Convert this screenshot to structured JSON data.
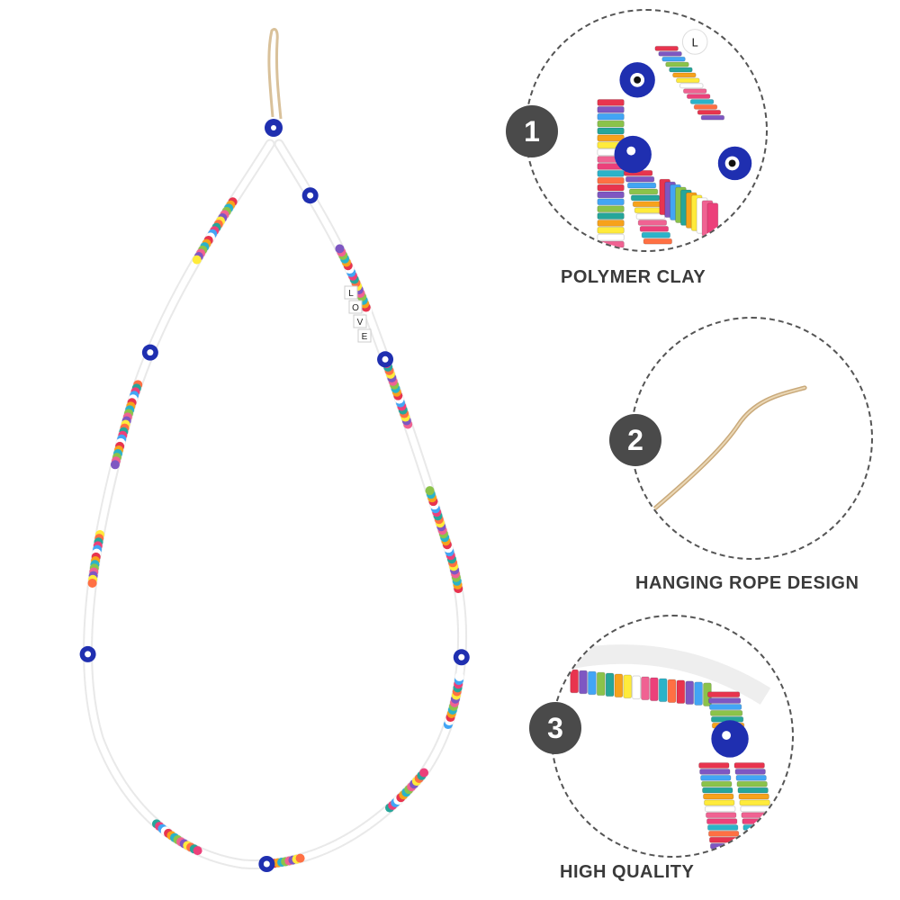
{
  "product": {
    "name": "beaded-phone-strap",
    "letter_beads": [
      "L",
      "O",
      "V",
      "E"
    ]
  },
  "features": [
    {
      "number": "1",
      "label": "POLYMER CLAY"
    },
    {
      "number": "2",
      "label": "HANGING ROPE DESIGN"
    },
    {
      "number": "3",
      "label": "HIGH QUALITY"
    }
  ],
  "colors": {
    "badge": "#4a4a4a",
    "evil_eye_blue": "#1f2fb0",
    "rope": "#d9c19a",
    "white_bead": "#f4f4f4"
  }
}
